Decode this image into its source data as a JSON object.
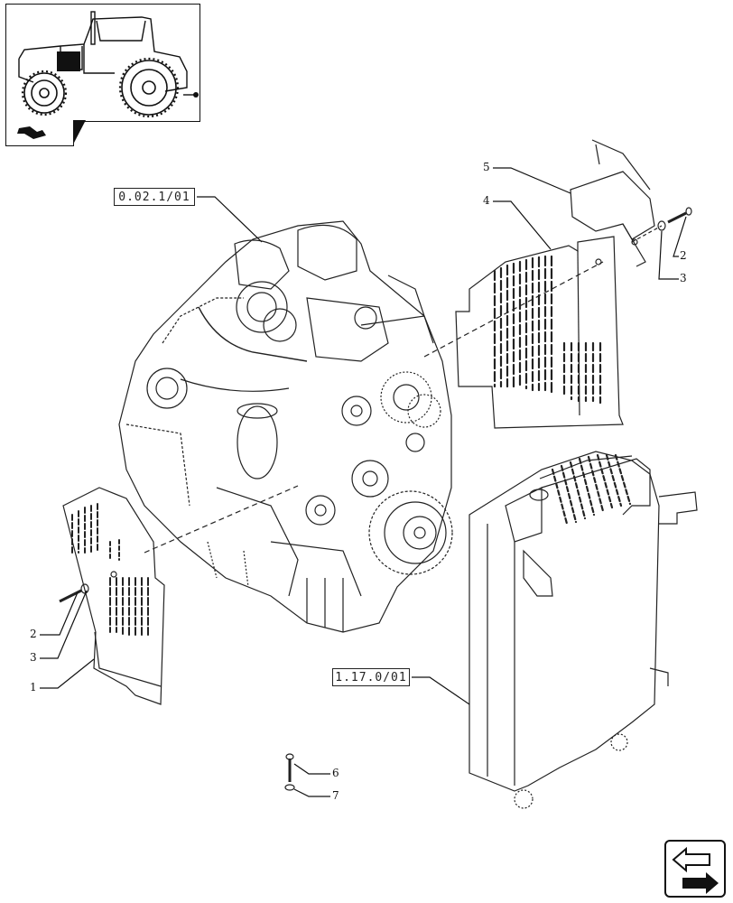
{
  "header": {
    "thumbnail_icon": "tractor-thumbnail",
    "page_tab_icon": "section-arrow-icon"
  },
  "references": {
    "engine_ref": "0.02.1/01",
    "radiator_ref": "1.17.0/01"
  },
  "callouts": {
    "left_bolt": "2",
    "left_washer": "3",
    "left_shield": "1",
    "upper_shield": "4",
    "upper_cover": "5",
    "upper_bolt": "2",
    "upper_washer": "3",
    "small_bolt": "6",
    "small_washer": "7"
  },
  "footer": {
    "nav_icon": "next-page-arrow-icon"
  }
}
